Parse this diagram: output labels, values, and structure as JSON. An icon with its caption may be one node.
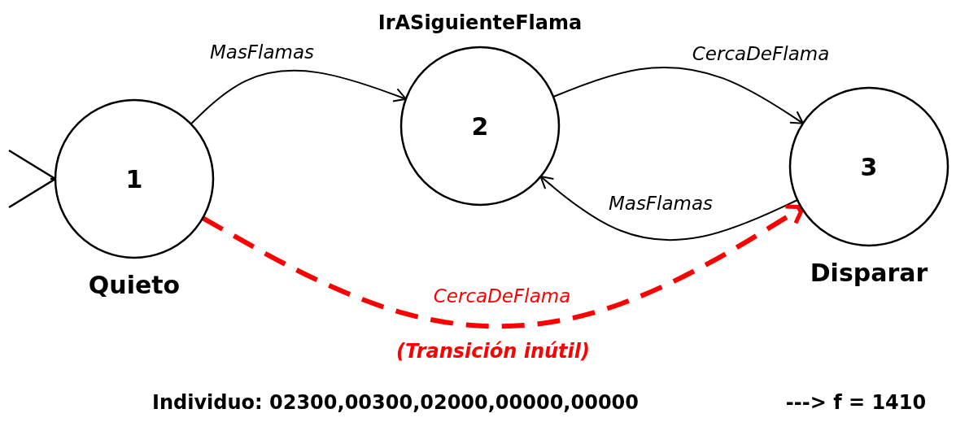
{
  "diagram": {
    "nodes": [
      {
        "text": [
          "1",
          "Quieto"
        ]
      },
      {
        "text": [
          "IrASiguienteFlama",
          "2"
        ]
      },
      {
        "text": [
          "3",
          "Disparar"
        ]
      }
    ],
    "edges": [
      {
        "from": null,
        "to": 0,
        "arrow": "to"
      },
      {
        "from": 0,
        "to": 1,
        "arrow": "to",
        "label": "MasFlamas"
      },
      {
        "from": 1,
        "to": 2,
        "arrow": "to",
        "label": "CercaDeFlama"
      },
      {
        "from": 2,
        "to": 1,
        "arrow": "to",
        "label": "MasFlamas"
      },
      {
        "from": 0,
        "to": 2,
        "arrow": "to",
        "label": "CercaDeFlama",
        "style": "dashed",
        "color": "#ff0000"
      }
    ],
    "labels": [
      "(Transición inútil)",
      "Individuo: 02300,00300,02000,00000,00000",
      "---> f = 1410"
    ]
  }
}
